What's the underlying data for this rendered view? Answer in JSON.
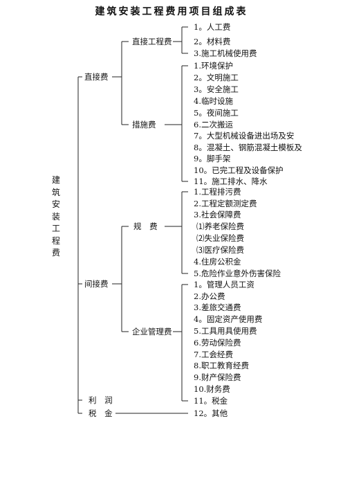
{
  "title": "建筑安装工程费用项目组成表",
  "root": "建筑安装工程费",
  "direct": {
    "label": "直接费",
    "engineering": {
      "label": "直接工程费",
      "items": [
        "1。人工费",
        "2。材料费",
        "3.施工机械使用费"
      ]
    },
    "measures": {
      "label": "措施费",
      "items": [
        "1.环境保护",
        "2。文明施工",
        "3。安全施工",
        "4.临时设施",
        "5。夜间施工",
        "6.二次搬运",
        "7。大型机械设备进出场及安",
        "8。混凝土、钢筋混凝土模板及",
        "9。脚手架",
        "10。已完工程及设备保护",
        "11。施工排水、降水"
      ]
    }
  },
  "indirect": {
    "label": "间接费",
    "fees": {
      "label": "规  费",
      "items": [
        "1.工程排污费",
        "2.工程定额测定费",
        "3.社会保障费",
        "⑴养老保险费",
        "⑵失业保险费",
        "⑶医疗保险费",
        "4.住房公积金",
        "5.危险作业意外伤害保险"
      ]
    },
    "management": {
      "label": "企业管理费",
      "items": [
        "1。管理人员工资",
        "2.办公费",
        "3.差旅交通费",
        "4。固定资产使用费",
        "5.工具用具使用费",
        "6.劳动保险费",
        "7.工会经费",
        "8.职工教育经费",
        "9.财产保险费",
        "10.财务费",
        "11。税金"
      ]
    }
  },
  "profit": {
    "label": "利  润"
  },
  "tax": {
    "label": "税  金",
    "item": "12。其他"
  }
}
